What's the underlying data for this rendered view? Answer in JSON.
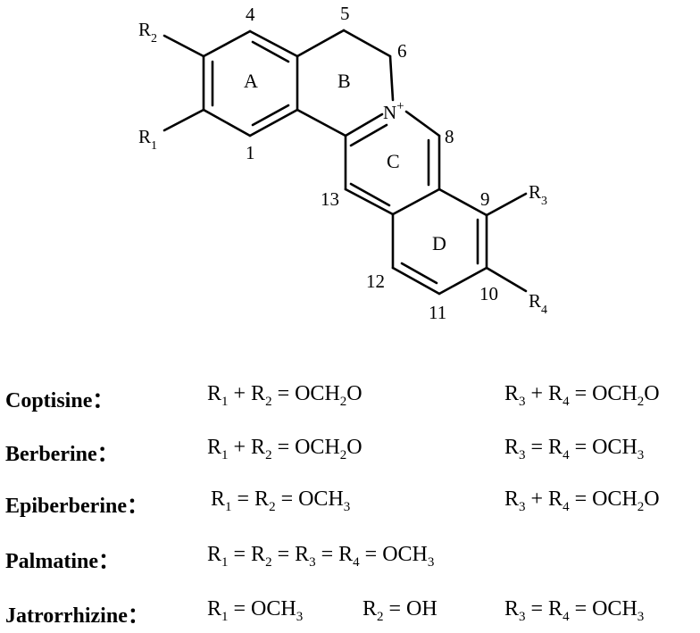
{
  "structure": {
    "substituents": [
      "R",
      "2",
      "R",
      "1",
      "R",
      "3",
      "R",
      "4"
    ],
    "positions": [
      "4",
      "5",
      "6",
      "8",
      "1",
      "9",
      "13",
      "12",
      "10",
      "11"
    ],
    "nitrogen": "N",
    "charge": "+",
    "rings": [
      "A",
      "B",
      "C",
      "D"
    ]
  },
  "compounds": [
    {
      "name": "Coptisine：",
      "r12": [
        "R",
        "1",
        " + R",
        "2",
        " = OCH",
        "2",
        "O"
      ],
      "r34": [
        "R",
        "3",
        " + R",
        "4",
        " = OCH",
        "2",
        "O"
      ]
    },
    {
      "name": "Berberine：",
      "r12": [
        "R",
        "1",
        " + R",
        "2",
        " = OCH",
        "2",
        "O"
      ],
      "r34": [
        "R",
        "3",
        " = R",
        "4",
        " = OCH",
        "3"
      ]
    },
    {
      "name": "Epiberberine：",
      "r12": [
        "R",
        "1",
        " = R",
        "2",
        " = OCH",
        "3"
      ],
      "r34": [
        "R",
        "3",
        " + R",
        "4",
        " = OCH",
        "2",
        "O"
      ]
    },
    {
      "name": "Palmatine：",
      "r1234": [
        "R",
        "1",
        " = R",
        "2",
        " = R",
        "3",
        " = R",
        "4",
        " = OCH",
        "3"
      ]
    },
    {
      "name": "Jatrorrhizine：",
      "r1": [
        "R",
        "1",
        " = OCH",
        "3"
      ],
      "r2": [
        "R",
        "2",
        " =  OH"
      ],
      "r34": [
        "R",
        "3",
        " = R",
        "4",
        " = OCH",
        "3"
      ]
    }
  ]
}
